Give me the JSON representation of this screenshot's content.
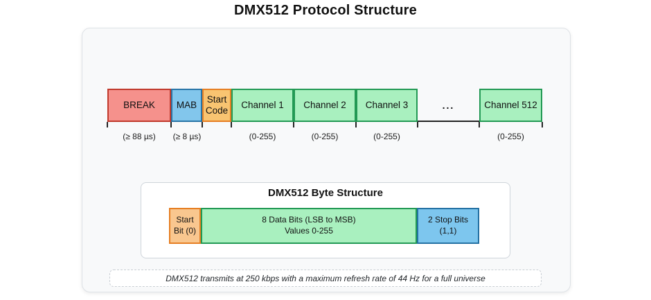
{
  "page": {
    "title": "DMX512 Protocol Structure"
  },
  "frame": {
    "segments": [
      {
        "label": "BREAK",
        "sublabel": "(≥ 88 µs)",
        "fill": "#f5918c",
        "border": "#c0392b"
      },
      {
        "label": "MAB",
        "sublabel": "(≥ 8 µs)",
        "fill": "#82c6ec",
        "border": "#2874a6"
      },
      {
        "label": "Start Code",
        "sublabel": "",
        "fill": "#f8c471",
        "border": "#e67e22"
      },
      {
        "label": "Channel 1",
        "sublabel": "(0-255)",
        "fill": "#a9f0bf",
        "border": "#229954"
      },
      {
        "label": "Channel 2",
        "sublabel": "(0-255)",
        "fill": "#a9f0bf",
        "border": "#229954"
      },
      {
        "label": "Channel 3",
        "sublabel": "(0-255)",
        "fill": "#a9f0bf",
        "border": "#229954"
      },
      {
        "label": "...",
        "sublabel": "",
        "fill": "",
        "border": ""
      },
      {
        "label": "Channel 512",
        "sublabel": "(0-255)",
        "fill": "#a9f0bf",
        "border": "#229954"
      }
    ]
  },
  "byte_structure": {
    "title": "DMX512 Byte Structure",
    "segments": [
      {
        "line1": "Start Bit (0)",
        "line2": "",
        "fill": "#f9c78f",
        "border": "#e67e22"
      },
      {
        "line1": "8 Data Bits (LSB to MSB)",
        "line2": "Values 0-255",
        "fill": "#a9f0bf",
        "border": "#229954"
      },
      {
        "line1": "2 Stop Bits",
        "line2": "(1,1)",
        "fill": "#7dc6ee",
        "border": "#2471a3"
      }
    ]
  },
  "footnote": "DMX512 transmits at 250 kbps with a maximum refresh rate of 44 Hz for a full universe"
}
